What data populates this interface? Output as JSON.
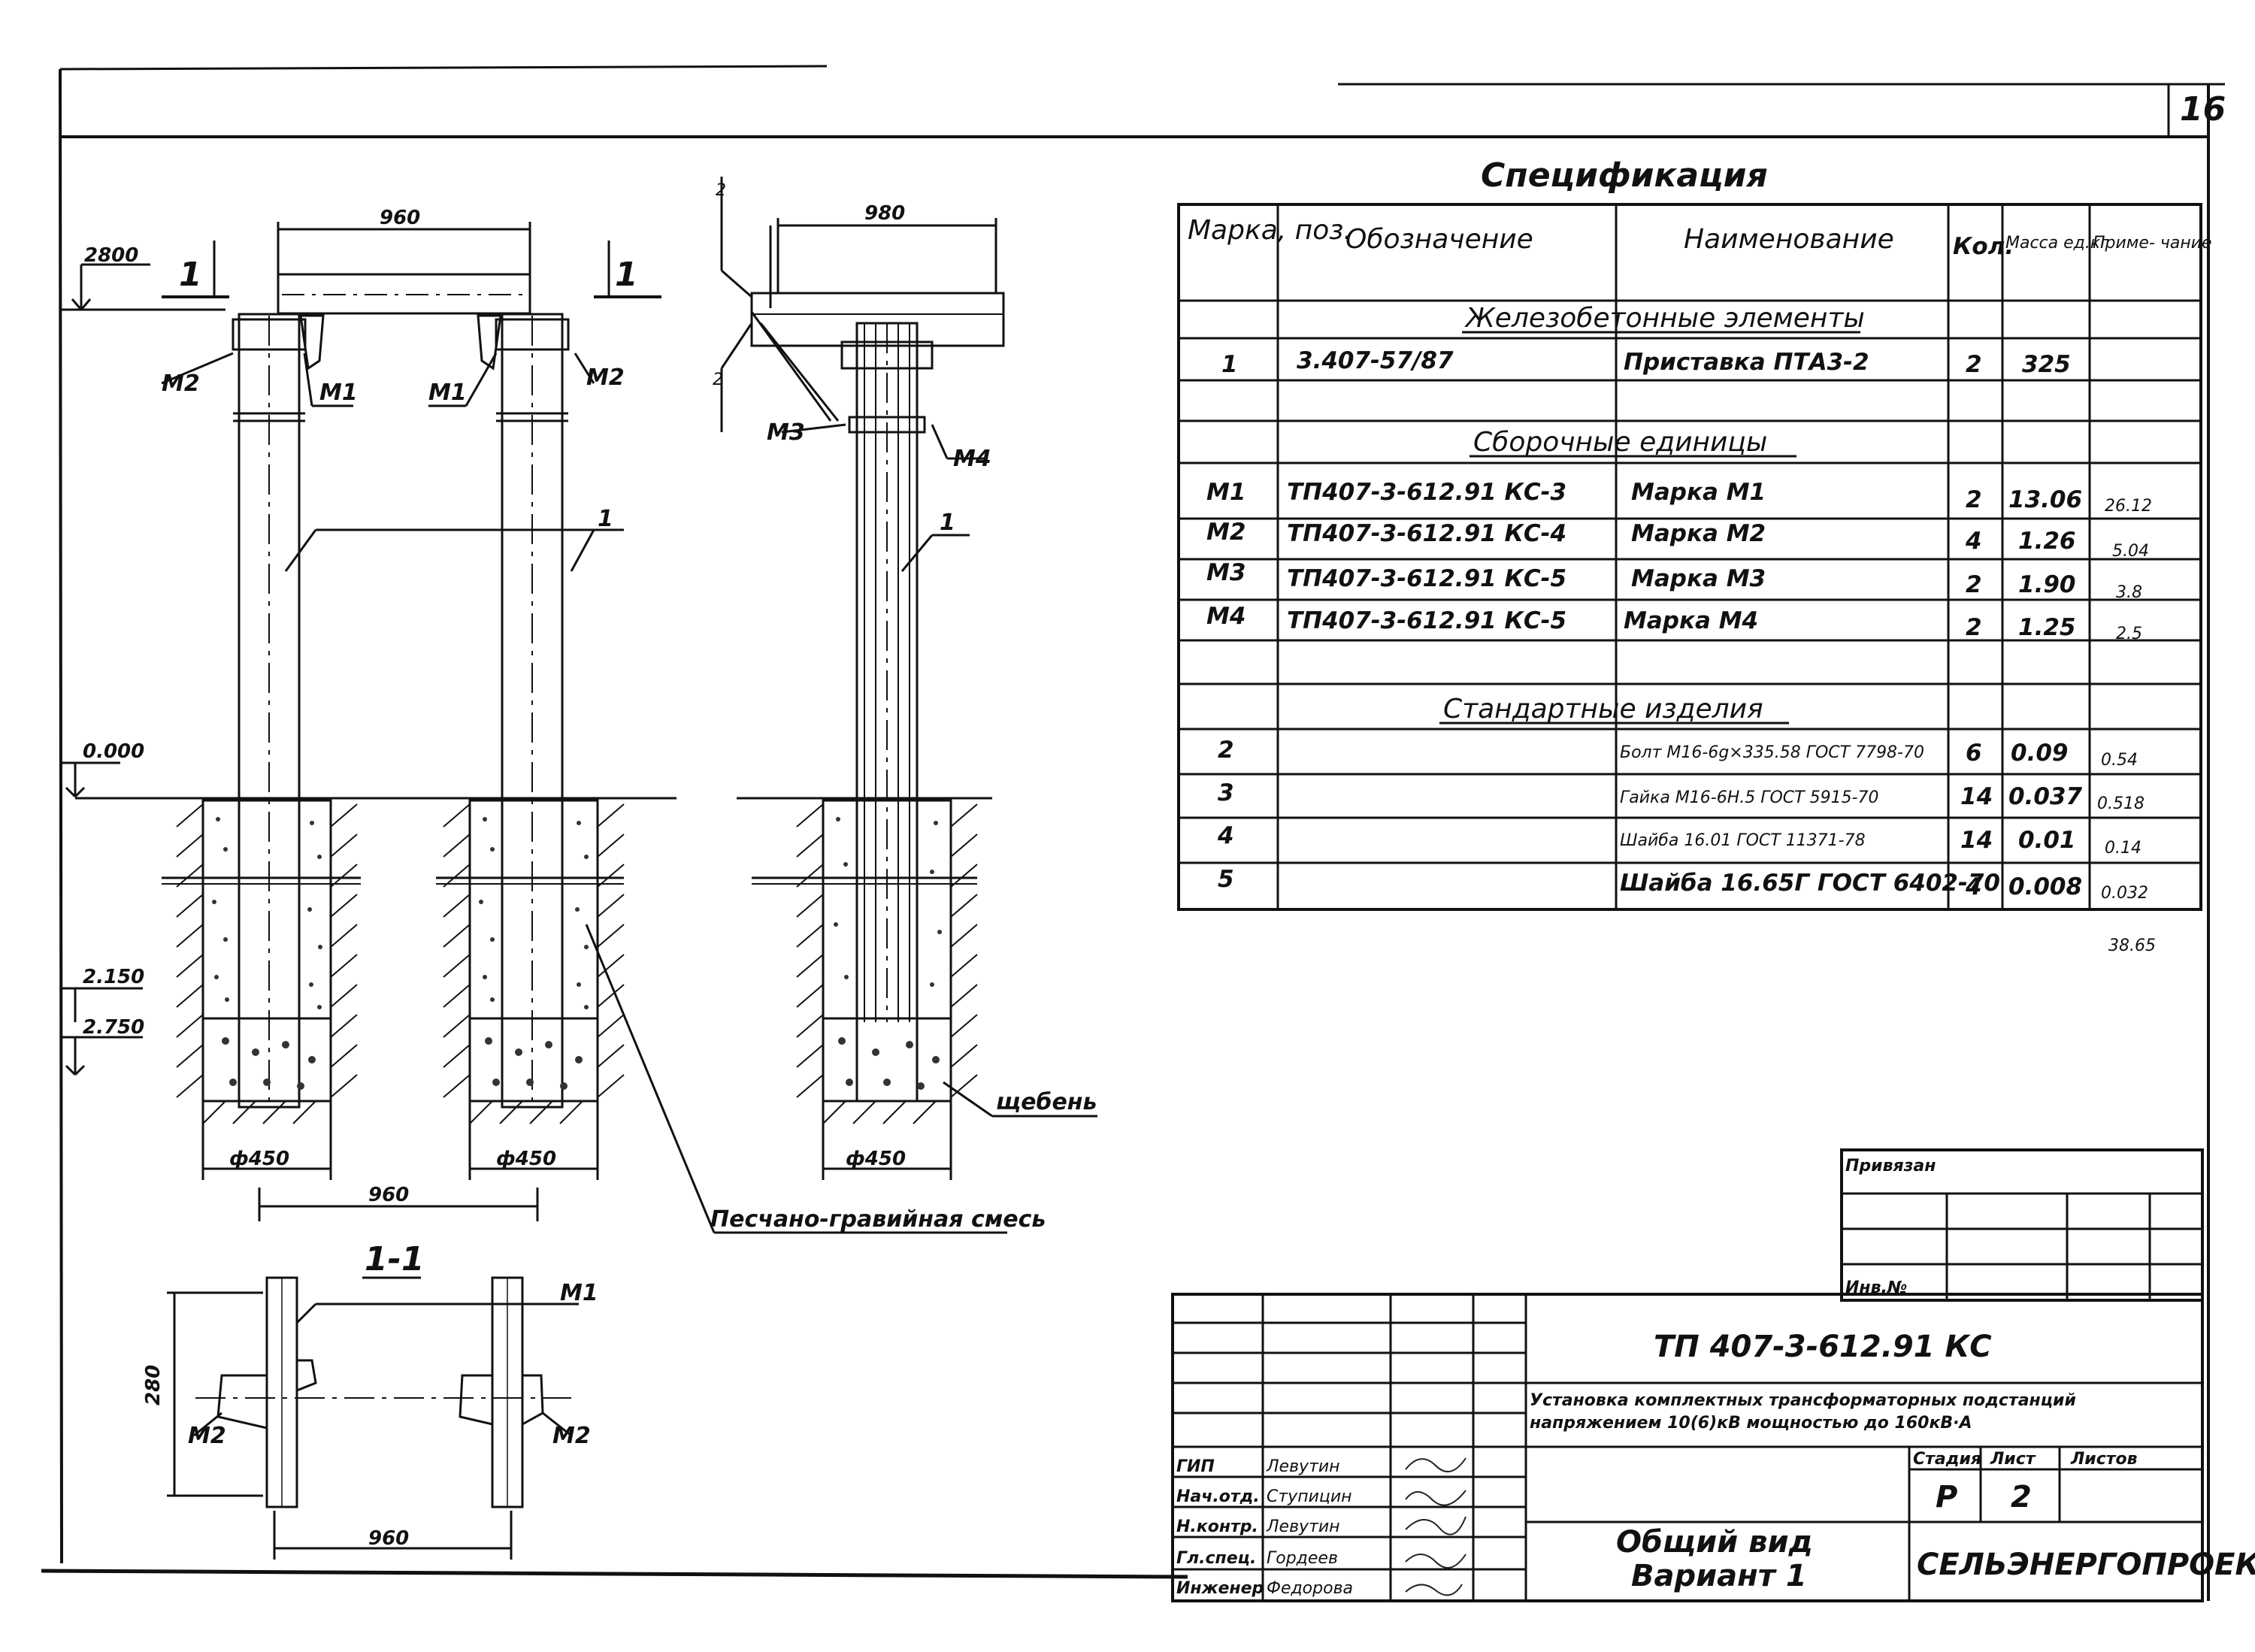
{
  "sheet_number": "16",
  "spec": {
    "title": "Спецификация",
    "headers": [
      "Марка, поз.",
      "Обозначение",
      "Наименование",
      "Кол.",
      "Масса ед.кг",
      "Приме- чание"
    ],
    "sections": [
      {
        "title": "Железобетонные элементы"
      },
      {
        "title": "Сборочные единицы"
      },
      {
        "title": "Стандартные изделия"
      }
    ],
    "rows": [
      {
        "mark": "1",
        "designation": "3.407-57/87",
        "name": "Приставка ПТА3-2",
        "qty": "2",
        "mass": "325",
        "note": ""
      },
      {
        "mark": "М1",
        "designation": "ТП407-3-612.91 КС-3",
        "name": "Марка М1",
        "qty": "2",
        "mass": "13.06",
        "note": "26.12"
      },
      {
        "mark": "М2",
        "designation": "ТП407-3-612.91 КС-4",
        "name": "Марка М2",
        "qty": "4",
        "mass": "1.26",
        "note": "5.04"
      },
      {
        "mark": "М3",
        "designation": "ТП407-3-612.91 КС-5",
        "name": "Марка М3",
        "qty": "2",
        "mass": "1.90",
        "note": "3.8"
      },
      {
        "mark": "М4",
        "designation": "ТП407-3-612.91 КС-5",
        "name": "Марка М4",
        "qty": "2",
        "mass": "1.25",
        "note": "2.5"
      },
      {
        "mark": "2",
        "designation": "",
        "name": "Болт М16-6g×335.58 ГОСТ 7798-70",
        "qty": "6",
        "mass": "0.09",
        "note": "0.54"
      },
      {
        "mark": "3",
        "designation": "",
        "name": "Гайка М16-6Н.5 ГОСТ 5915-70",
        "qty": "14",
        "mass": "0.037",
        "note": "0.518"
      },
      {
        "mark": "4",
        "designation": "",
        "name": "Шайба 16.01 ГОСТ 11371-78",
        "qty": "14",
        "mass": "0.01",
        "note": "0.14"
      },
      {
        "mark": "5",
        "designation": "",
        "name": "Шайба 16.65Г ГОСТ 6402-70",
        "qty": "4",
        "mass": "0.008",
        "note": "0.032"
      }
    ],
    "total": "38.65"
  },
  "drawing": {
    "dims": {
      "top_span": "960",
      "side_span": "980",
      "bottom_span": "960",
      "plan_span": "960",
      "plan_height": "280",
      "dia_left": "ф450",
      "dia_mid": "ф450",
      "dia_right": "ф450",
      "side_tick_1": "2",
      "side_tick_2": "2"
    },
    "levels": {
      "top": "2800",
      "ground": "0.000",
      "l1": "2.150",
      "l2": "2.750"
    },
    "labels": {
      "m1": "М1",
      "m2": "М2",
      "m3": "М3",
      "m4": "М4",
      "pos1": "1",
      "section_mark": "1",
      "section_title": "1-1",
      "gravel": "щебень",
      "sand_mix": "Песчано-гравийная смесь"
    }
  },
  "stamp": {
    "privyazan": "Привязан",
    "inv": "Инв.№",
    "code": "ТП 407-3-612.91   КС",
    "description_1": "Установка комплектных трансформаторных подстанций",
    "description_2": "напряжением 10(6)кВ мощностью до 160кВ·А",
    "stage_label": "Стадия",
    "sheet_label": "Лист",
    "sheets_label": "Листов",
    "stage": "Р",
    "sheet": "2",
    "sheet_title_1": "Общий вид",
    "sheet_title_2": "Вариант 1",
    "org": "СЕЛЬЭНЕРГОПРОЕКТ",
    "roles": [
      "ГИП",
      "Нач.отд.",
      "Н.контр.",
      "Гл.спец.",
      "Инженер"
    ],
    "names": [
      "Левутин",
      "Ступицин",
      "Левутин",
      "Гордеев",
      "Федорова"
    ]
  }
}
